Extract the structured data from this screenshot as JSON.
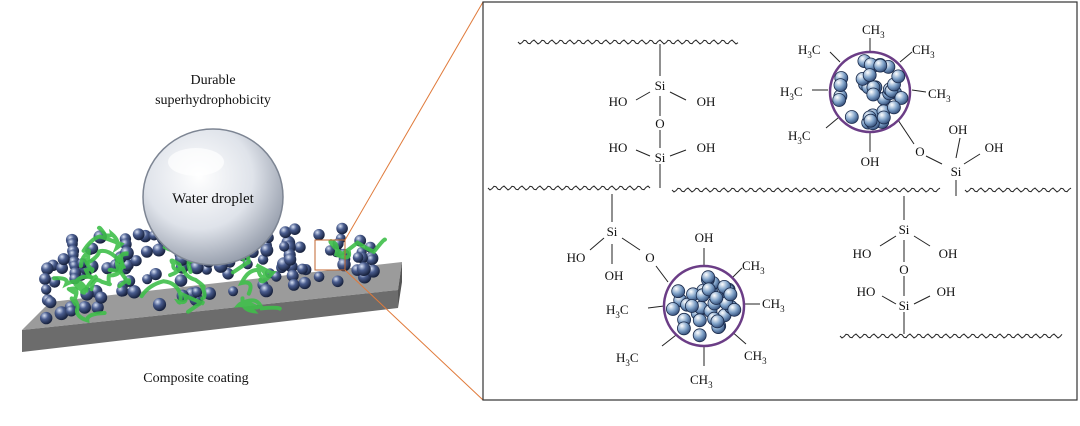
{
  "left": {
    "caption_top_line1": "Durable",
    "caption_top_line2": "superhydrophobicity",
    "droplet_label": "Water droplet",
    "caption_bottom": "Composite coating"
  },
  "labels": {
    "si": "Si",
    "o": "O",
    "oh": "OH",
    "ho": "HO",
    "ch3_c": "CH",
    "h3c_h": "H",
    "h3c_c": "C",
    "sub3": "3"
  },
  "colors": {
    "substrate_top": "#9a9a9a",
    "substrate_side": "#6f6f6f",
    "polymer": "#3fbf4a",
    "particle": "#2c3b66",
    "pointer": "#e07a3a",
    "nanoparticle_ring": "#6b3d86"
  }
}
